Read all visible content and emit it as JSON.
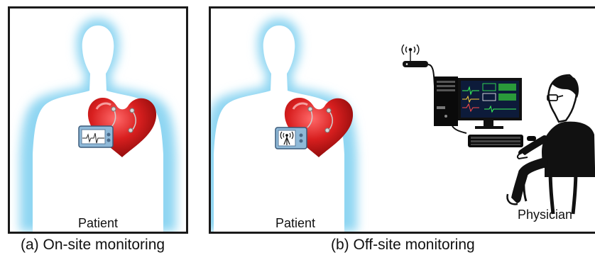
{
  "panel_a": {
    "label": "Patient",
    "caption": "(a) On-site monitoring"
  },
  "panel_b": {
    "patient_label": "Patient",
    "physician_label": "Physician",
    "caption": "(b) Off-site monitoring"
  },
  "colors": {
    "body_glow": "#8fd6f2",
    "heart_red": "#d81f1f",
    "device_blue": "#8fb9d8",
    "monitor_screen": "#0d1b3a",
    "ink": "#111111"
  }
}
